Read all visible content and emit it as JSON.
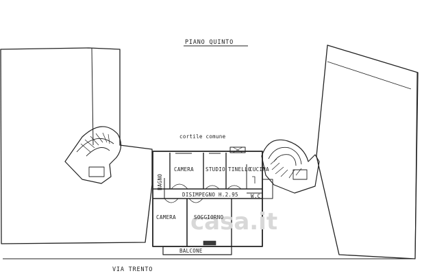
{
  "floor_title": "PIANO QUINTO",
  "labels": {
    "courtyard": "cortile comune",
    "room_camera_top": "CAMERA",
    "room_studio": "STUDIO",
    "room_tinello": "TINELLO",
    "room_cucina": "CUCINA",
    "room_disimpegno": "DISIMPEGNO H.2.95",
    "room_bagno": "BAGNO",
    "room_wc": "W.C.",
    "room_camera_bottom": "CAMERA",
    "room_soggiorno": "SOGGIORNO",
    "balcony": "BALCONE",
    "street": "VIA TRENTO"
  },
  "watermark": "casa.it"
}
